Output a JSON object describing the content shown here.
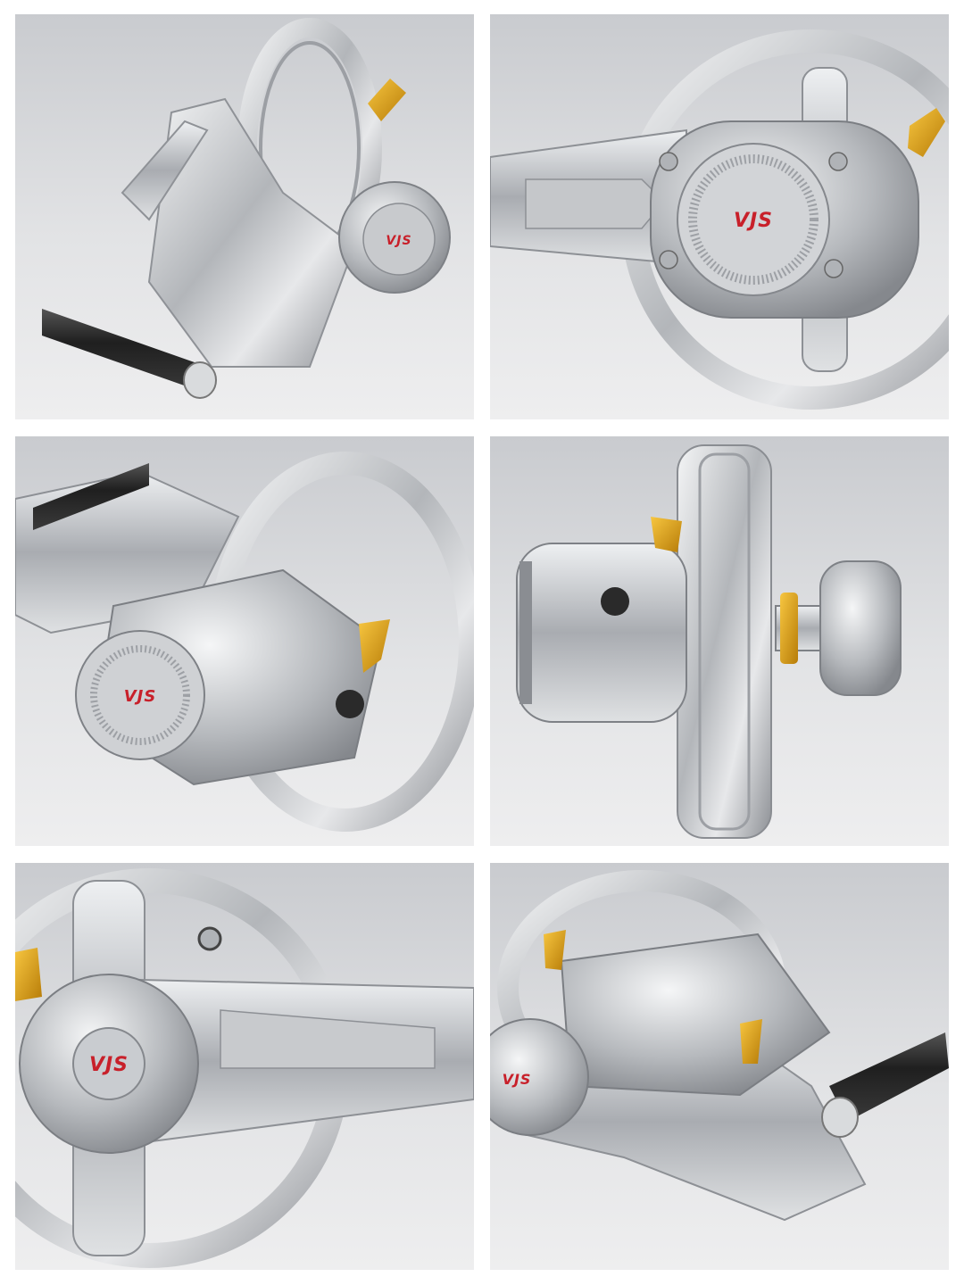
{
  "brand_logo": {
    "text": "VJS",
    "color": "#c8202a"
  },
  "colors": {
    "background": "#ffffff",
    "panel_gradient_top": "#c9cbcf",
    "panel_gradient_bottom": "#eeeeef",
    "metal": "#b8babd",
    "accent_gold": "#e0a416",
    "dark_bar": "#2b2b2b"
  },
  "panels": [
    {
      "view": "rear-isometric-swingarm"
    },
    {
      "view": "side-motor-cover"
    },
    {
      "view": "front-isometric-motor"
    },
    {
      "view": "top-axle"
    },
    {
      "view": "side-swingarm-wheel"
    },
    {
      "view": "rear-isometric-swingarm-alt"
    }
  ]
}
